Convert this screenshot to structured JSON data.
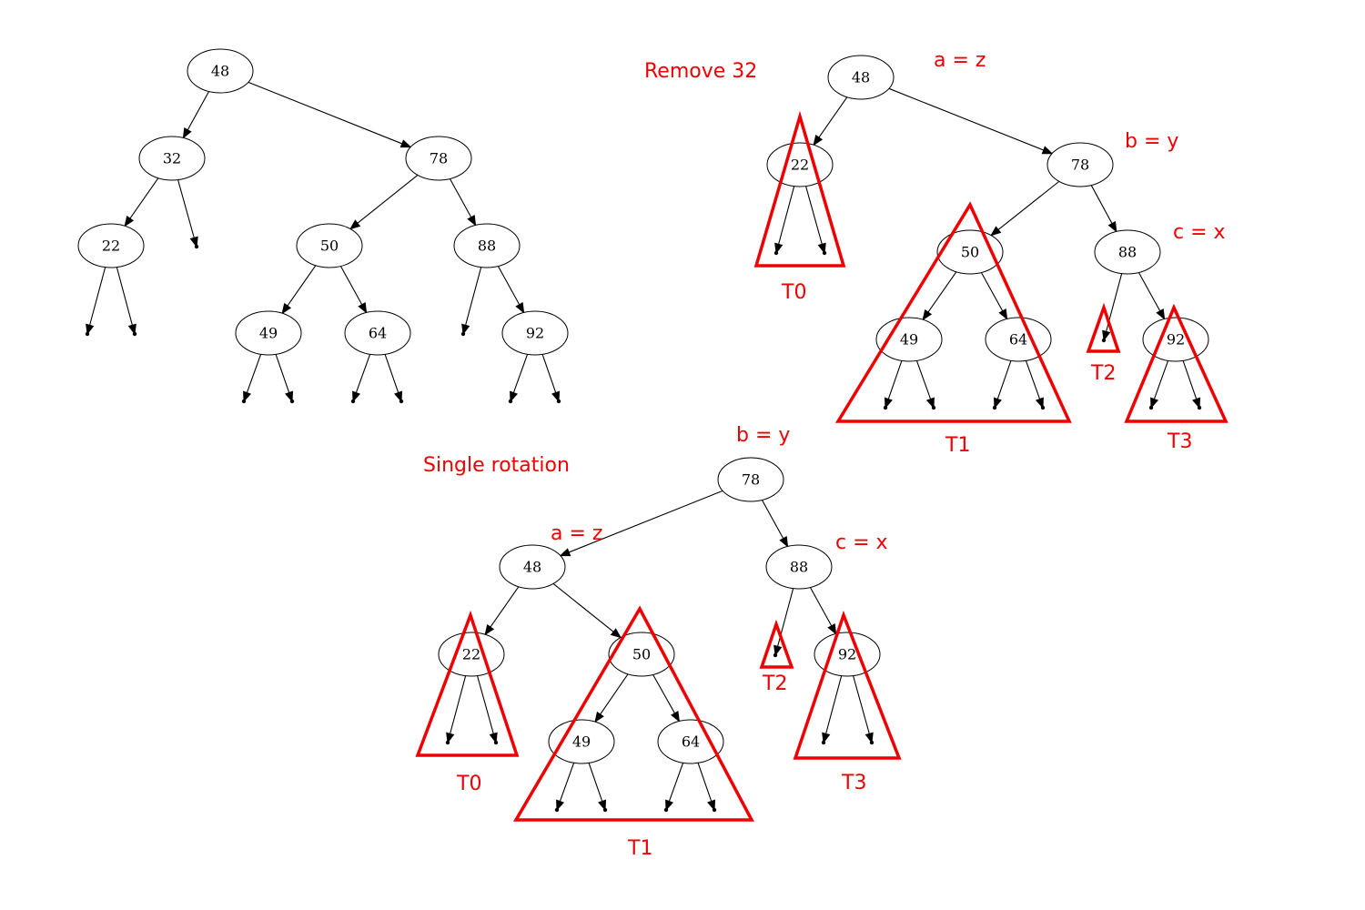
{
  "colors": {
    "annotation": "#ee0000",
    "edge": "#000000",
    "node_fill": "#ffffff"
  },
  "titles": {
    "remove": "Remove 32",
    "rotation": "Single rotation"
  },
  "trees": {
    "original": {
      "nodes": [
        {
          "id": "n48",
          "label": "48"
        },
        {
          "id": "n32",
          "label": "32"
        },
        {
          "id": "n78",
          "label": "78"
        },
        {
          "id": "n22",
          "label": "22"
        },
        {
          "id": "n50",
          "label": "50"
        },
        {
          "id": "n88",
          "label": "88"
        },
        {
          "id": "n49",
          "label": "49"
        },
        {
          "id": "n64",
          "label": "64"
        },
        {
          "id": "n92",
          "label": "92"
        }
      ]
    },
    "after_removal": {
      "nodes": [
        {
          "id": "n48",
          "label": "48"
        },
        {
          "id": "n22",
          "label": "22"
        },
        {
          "id": "n78",
          "label": "78"
        },
        {
          "id": "n50",
          "label": "50"
        },
        {
          "id": "n88",
          "label": "88"
        },
        {
          "id": "n49",
          "label": "49"
        },
        {
          "id": "n64",
          "label": "64"
        },
        {
          "id": "n92",
          "label": "92"
        }
      ],
      "node_annotations": {
        "n48": "a = z",
        "n78": "b = y",
        "n88": "c = x"
      },
      "subtrees": [
        "T0",
        "T1",
        "T2",
        "T3"
      ]
    },
    "rotated": {
      "nodes": [
        {
          "id": "n78",
          "label": "78"
        },
        {
          "id": "n48",
          "label": "48"
        },
        {
          "id": "n88",
          "label": "88"
        },
        {
          "id": "n22",
          "label": "22"
        },
        {
          "id": "n50",
          "label": "50"
        },
        {
          "id": "n92",
          "label": "92"
        },
        {
          "id": "n49",
          "label": "49"
        },
        {
          "id": "n64",
          "label": "64"
        }
      ],
      "node_annotations": {
        "n78": "b = y",
        "n48": "a = z",
        "n88": "c = x"
      },
      "subtrees": [
        "T0",
        "T1",
        "T2",
        "T3"
      ]
    }
  }
}
